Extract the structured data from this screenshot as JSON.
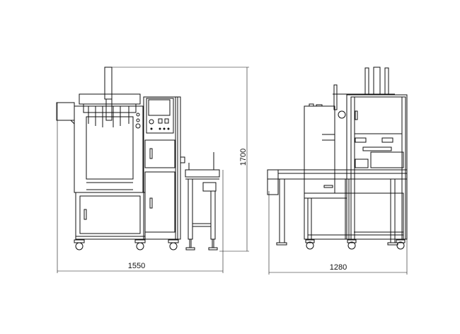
{
  "drawing": {
    "front_view": {
      "width_label": "1550",
      "height_label": "1700"
    },
    "side_view": {
      "width_label": "1280"
    }
  }
}
